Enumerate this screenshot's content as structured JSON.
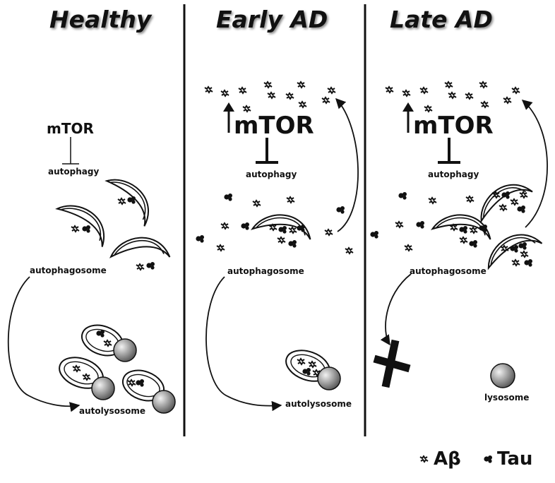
{
  "panels": [
    {
      "title": "Healthy"
    },
    {
      "title": "Early AD"
    },
    {
      "title": "Late AD"
    }
  ],
  "labels": {
    "mtor": "mTOR",
    "autophagy": "autophagy",
    "autophagosome": "autophagosome",
    "autolysosome": "autolysosome",
    "lysosome": "lysosome"
  },
  "legend": {
    "abeta": "Aβ",
    "tau": "Tau"
  },
  "colors": {
    "ink": "#111111",
    "lysosome_dark": "#555555",
    "lysosome_light": "#eeeeee"
  }
}
